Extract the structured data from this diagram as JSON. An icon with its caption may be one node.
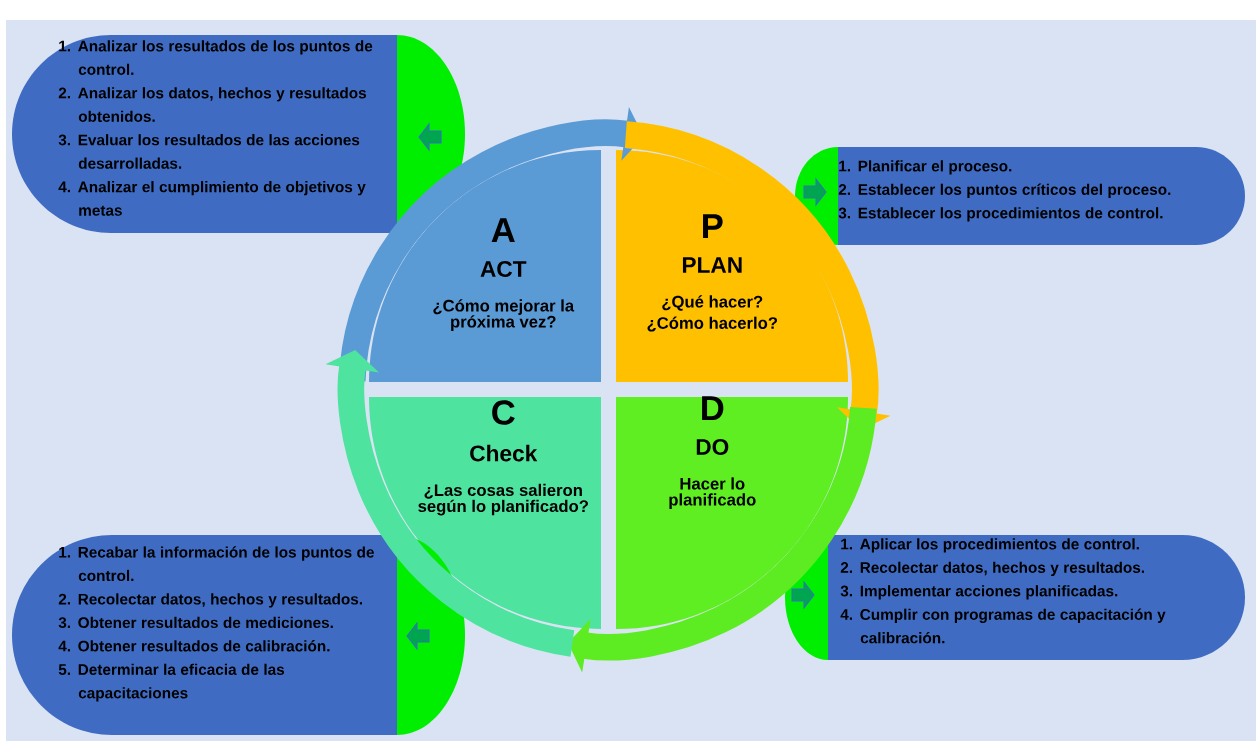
{
  "diagram": {
    "nodes": [
      {
        "text": [
          "A",
          "ACT",
          "¿Cómo mejorar la próxima vez?"
        ]
      },
      {
        "text": [
          "P",
          "PLAN",
          "¿Qué hacer?",
          "¿Cómo hacerlo?"
        ]
      },
      {
        "text": [
          "C",
          "Check",
          "¿Las cosas salieron según lo planificado?"
        ]
      },
      {
        "text": [
          "D",
          "DO",
          "Hacer lo planificado"
        ]
      },
      {
        "text": [
          "1. Analizar los resultados de los puntos de control.",
          "2. Analizar los datos, hechos y resultados obtenidos.",
          "3. Evaluar los resultados de las acciones desarrolladas.",
          "4. Analizar el cumplimiento de objetivos y metas"
        ]
      },
      {
        "text": [
          "1. Planificar el proceso.",
          "2. Establecer los puntos críticos del proceso.",
          "3. Establecer los procedimientos de control."
        ]
      },
      {
        "text": [
          "1. Recabar la información de los puntos de control.",
          "2. Recolectar datos, hechos y resultados.",
          "3. Obtener resultados de mediciones.",
          "4. Obtener resultados de calibración.",
          "5. Determinar la eficacia de las capacitaciones"
        ]
      },
      {
        "text": [
          "1. Aplicar los procedimientos de control.",
          "2. Recolectar datos, hechos y resultados.",
          "3. Implementar acciones planificadas.",
          "4. Cumplir con programas de capacitación y calibración."
        ]
      }
    ],
    "edges": [
      {
        "from": 0,
        "to": 1,
        "arrow": "to",
        "color": "#5b9bd5"
      },
      {
        "from": 1,
        "to": 3,
        "arrow": "to",
        "color": "#ffc000"
      },
      {
        "from": 3,
        "to": 2,
        "arrow": "to",
        "color": "#5dec22"
      },
      {
        "from": 2,
        "to": 0,
        "arrow": "to",
        "color": "#4fe3a0"
      }
    ]
  }
}
